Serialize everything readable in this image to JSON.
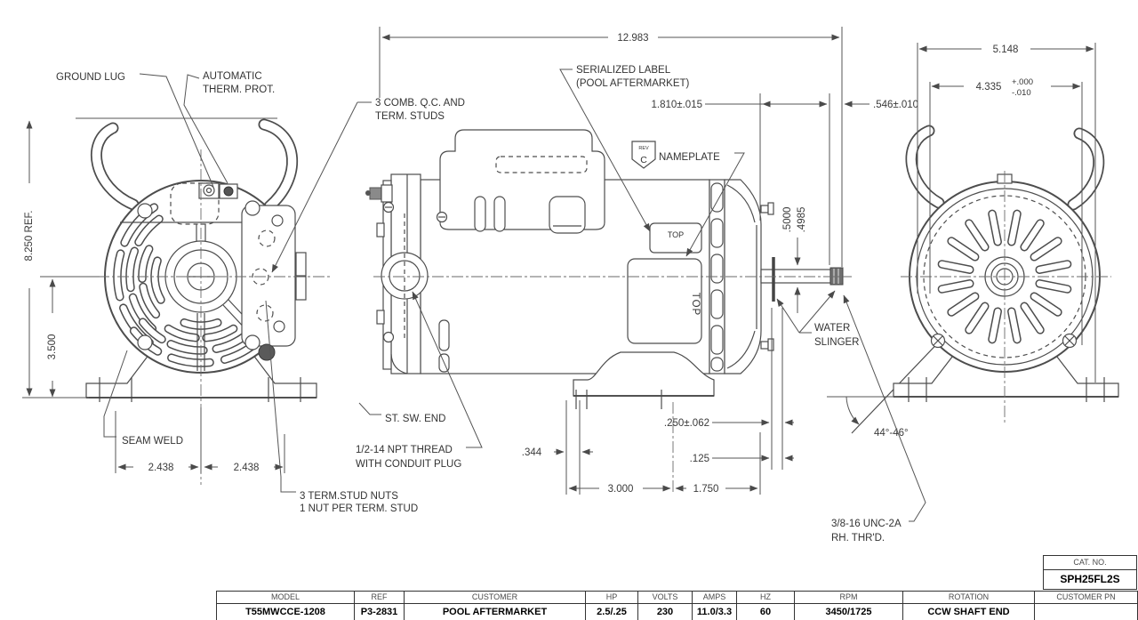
{
  "labels": {
    "ground_lug": "GROUND LUG",
    "auto_therm_1": "AUTOMATIC",
    "auto_therm_2": "THERM. PROT.",
    "comb_qc_1": "3 COMB. Q.C. AND",
    "comb_qc_2": "TERM. STUDS",
    "serialized_1": "SERIALIZED LABEL",
    "serialized_2": "(POOL AFTERMARKET)",
    "nameplate": "NAMEPLATE",
    "rev_small": "REV",
    "rev_letter": "C",
    "top_box": "TOP",
    "top_rotated": "TOP",
    "water_1": "WATER",
    "water_2": "SLINGER",
    "st_sw_end": "ST. SW. END",
    "npt_1": "1/2-14 NPT THREAD",
    "npt_2": "WITH CONDUIT PLUG",
    "term_nuts_1": "3 TERM.STUD NUTS",
    "term_nuts_2": "1 NUT PER TERM. STUD",
    "seam_weld": "SEAM WELD",
    "unc_1": "3/8-16 UNC-2A",
    "unc_2": "RH. THR'D.",
    "angle_range": "44°-46°"
  },
  "dims": {
    "overall_length": "12.983",
    "height_ref": "8.250 REF.",
    "shaft_center_height": "3.500",
    "foot_left": "2.438",
    "foot_right": "2.438",
    "label_offset": "1.810±.015",
    "slinger_offset": ".546±.010",
    "base_width": "5.148",
    "bolt_span": "4.335",
    "bolt_tol_plus": "+.000",
    "bolt_tol_minus": "-.010",
    "shaft_dia_upper": ".5000",
    "shaft_dia_lower": ".4985",
    "slot_width": ".344",
    "foot_span": "3.000",
    "shaft_to_foot": "1.750",
    "slinger_gap": ".250±.062",
    "slinger_width": ".125"
  },
  "title_block": {
    "cat_no_label": "CAT. NO.",
    "cat_no_value": "SPH25FL2S",
    "customer_pn_label": "CUSTOMER PN"
  },
  "spec_table": {
    "headers": [
      "MODEL",
      "REF",
      "CUSTOMER",
      "HP",
      "VOLTS",
      "AMPS",
      "HZ",
      "RPM",
      "ROTATION",
      "CUSTOMER PN"
    ],
    "values": [
      "T55MWCCE-1208",
      "P3-2831",
      "POOL AFTERMARKET",
      "2.5/.25",
      "230",
      "11.0/3.3",
      "60",
      "3450/1725",
      "CCW SHAFT END",
      ""
    ]
  }
}
